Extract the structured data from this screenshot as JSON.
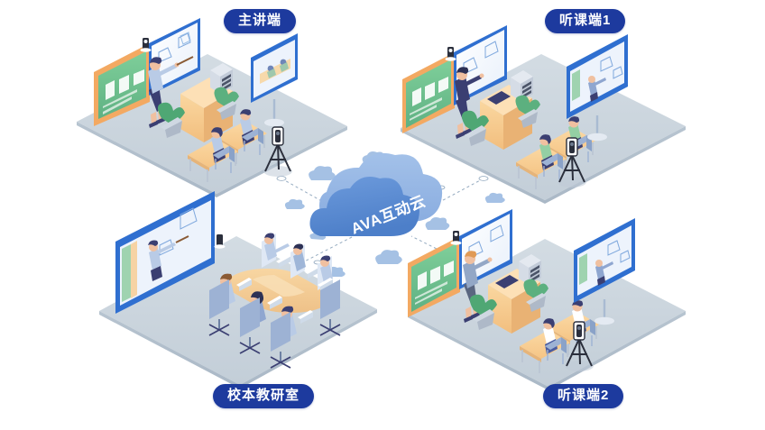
{
  "diagram": {
    "title": "AVA互动云 教学互动场景图",
    "background_color": "#ffffff",
    "badge_color": "#1d3a9e",
    "badge_text_color": "#ffffff",
    "floor_color": "#ccd6de",
    "floor_edge_color": "#b9c6d1",
    "cloud_color_main": "#5a8ed6",
    "cloud_color_light": "#93b7e4",
    "accent_blue": "#2f6fd0",
    "board_green": "#6cc08a",
    "board_frame": "#f0a860",
    "podium_color": "#f5c98a",
    "desk_color": "#f8cf92"
  },
  "cloud": {
    "label": "AVA互动云",
    "label_color": "#ffffff"
  },
  "zones": [
    {
      "id": "host",
      "badge": "主讲端",
      "badge_position": "top-left-scene",
      "room_type": "classroom",
      "has_teacher": true,
      "has_podium": true,
      "has_greenboard": true,
      "has_whiteboard": true,
      "has_tripod_camera": true,
      "has_remote_display": true,
      "student_count": 2
    },
    {
      "id": "remote1",
      "badge": "听课端1",
      "badge_position": "top-right-scene",
      "room_type": "classroom",
      "has_teacher": true,
      "has_podium": true,
      "has_greenboard": true,
      "has_whiteboard": true,
      "has_tripod_camera": true,
      "has_remote_display": true,
      "student_count": 2
    },
    {
      "id": "research",
      "badge": "校本教研室",
      "badge_position": "bottom-left-scene",
      "room_type": "meeting-room",
      "has_conference_table": true,
      "has_large_display": true,
      "has_tripod_camera": false,
      "participant_count": 6
    },
    {
      "id": "remote2",
      "badge": "听课端2",
      "badge_position": "bottom-right-scene",
      "room_type": "classroom",
      "has_teacher": true,
      "has_podium": true,
      "has_greenboard": true,
      "has_whiteboard": true,
      "has_tripod_camera": true,
      "has_remote_display": true,
      "student_count": 2
    }
  ],
  "connections": [
    {
      "from": "host",
      "to": "cloud",
      "style": "dashed"
    },
    {
      "from": "remote1",
      "to": "cloud",
      "style": "dashed"
    },
    {
      "from": "research",
      "to": "cloud",
      "style": "dashed"
    },
    {
      "from": "remote2",
      "to": "cloud",
      "style": "dashed"
    }
  ]
}
